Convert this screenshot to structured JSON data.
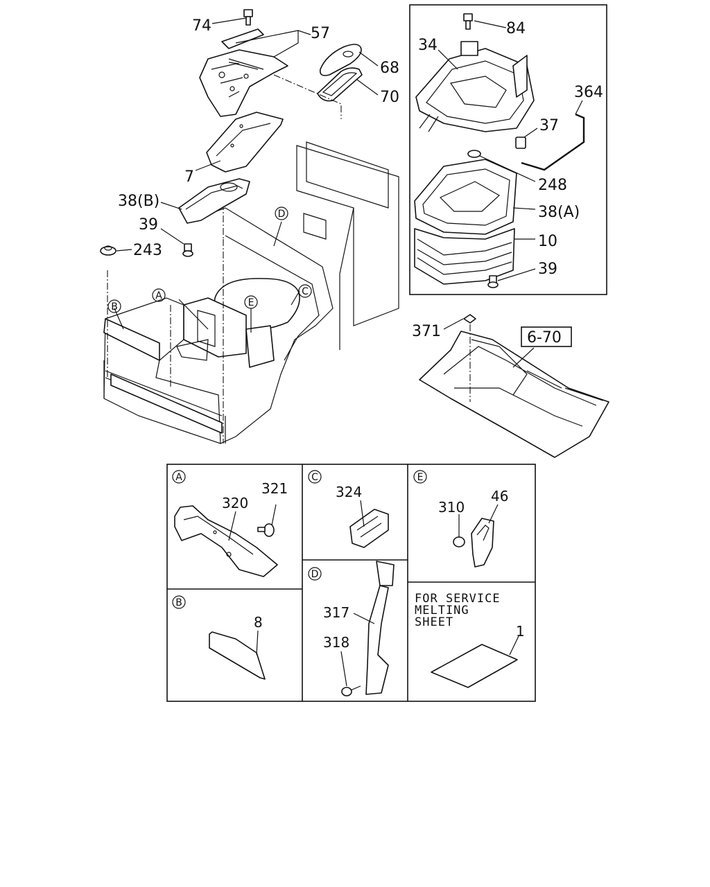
{
  "callouts": {
    "c74": "74",
    "c57": "57",
    "c68": "68",
    "c70": "70",
    "c7": "7",
    "c38b": "38(B)",
    "c39a": "39",
    "c243": "243",
    "c84": "84",
    "c34": "34",
    "c364": "364",
    "c37": "37",
    "c248": "248",
    "c38a": "38(A)",
    "c10": "10",
    "c39b": "39",
    "c371": "371",
    "c670": "6-70",
    "cA": "A",
    "cB": "B",
    "cC": "C",
    "cD": "D",
    "cE": "E"
  },
  "details": {
    "A": {
      "letter": "A",
      "p1": "321",
      "p2": "320"
    },
    "C": {
      "letter": "C",
      "p1": "324"
    },
    "E": {
      "letter": "E",
      "p1": "310",
      "p2": "46"
    },
    "B": {
      "letter": "B",
      "p1": "8"
    },
    "D": {
      "letter": "D",
      "p1": "317",
      "p2": "318"
    },
    "service": {
      "line1": "FOR SERVICE",
      "line2": "MELTING",
      "line3": "SHEET",
      "p1": "1"
    }
  }
}
